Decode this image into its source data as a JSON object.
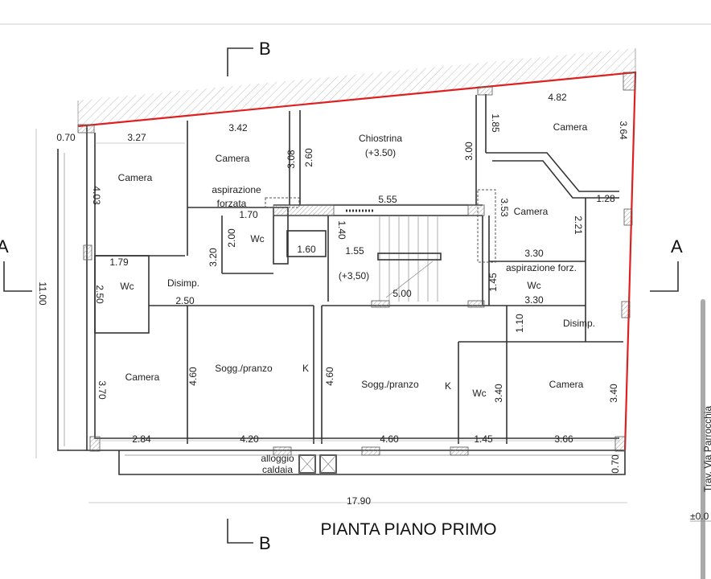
{
  "drawing": {
    "title": "PIANTA PIANO PRIMO",
    "street": "Trav. Via Parrocchia",
    "level_mark": "±0.0",
    "section_a": "A",
    "section_b": "B",
    "boundary_color": "#e02020",
    "rooms": [
      "Camera",
      "Camera",
      "Chiostrina",
      "(+3.50)",
      "Camera",
      "Camera",
      "Wc",
      "Wc",
      "Disimp.",
      "Wc",
      "aspirazione forz.",
      "Disimp.",
      "Camera",
      "Sogg./pranzo",
      "K",
      "Sogg./pranzo",
      "K",
      "Wc",
      "Camera",
      "alloggio",
      "caldaia",
      "(+3,50)",
      "aspirazione",
      "forzata"
    ],
    "dimensions": [
      "0.70",
      "3.27",
      "3.42",
      "4.82",
      "1.85",
      "3.64",
      "3.08",
      "2.60",
      "3.00",
      "4.03",
      "5.55",
      "3.53",
      "1.28",
      "2.21",
      "1.70",
      "2.00",
      "1.40",
      "1.60",
      "1.55",
      "3.20",
      "3.30",
      "1.79",
      "2.50",
      "2.50",
      "1.45",
      "5.00",
      "3.30",
      "1.10",
      "11.00",
      "3.70",
      "4.60",
      "4.60",
      "3.40",
      "3.40",
      "2.84",
      "4.20",
      "4.60",
      "1.45",
      "3.66",
      "0.70",
      "17.90"
    ]
  }
}
